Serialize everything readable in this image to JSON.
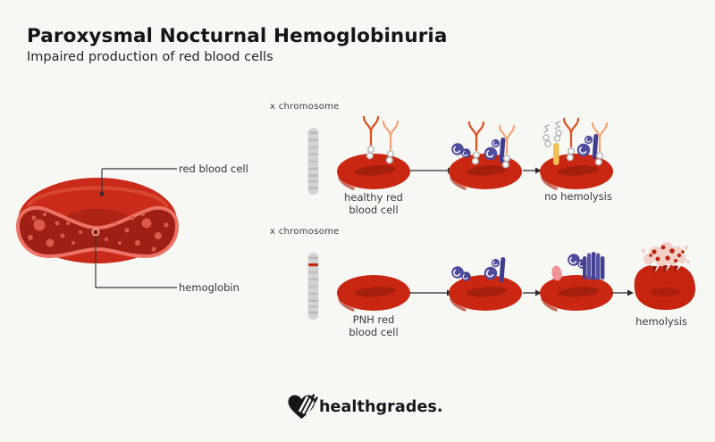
{
  "header": {
    "title": "Paroxysmal Nocturnal Hemoglobinuria",
    "subtitle": "Impaired production of red blood cells"
  },
  "anatomy_callouts": {
    "red_blood_cell": "red blood cell",
    "hemoglobin": "hemoglobin"
  },
  "healthy_row": {
    "chromosome_label": "x chromosome",
    "cell_label": "healthy red\nblood cell",
    "outcome_label": "no hemolysis"
  },
  "pnh_row": {
    "chromosome_label": "x chromosome",
    "cell_label": "PNH red\nblood cell",
    "outcome_label": "hemolysis"
  },
  "footer": {
    "brand": "healthgrades."
  },
  "icons": {
    "x_chromosome": "x-chromosome-icon",
    "x_chromosome_mutated": "x-chromosome-mutated-icon",
    "red_blood_cell": "red-blood-cell-icon",
    "gpi_receptor": "gpi-receptor-icon",
    "complement_protein": "complement-protein-icon",
    "inhibitor": "inhibitor-rod-icon",
    "mac_pore": "membrane-attack-complex-icon",
    "hemolysis_burst": "hemolysis-burst-icon",
    "arrow": "arrow-right-icon",
    "brand_heart": "healthgrades-heart-icon"
  },
  "colors": {
    "background": "#f7f7f4",
    "cell_red": "#ca2712",
    "cell_red_dark": "#a51f0d",
    "membrane_pink": "#ec7365",
    "complement_blue": "#4f4c9d",
    "receptor_orange": "#dc4f1f",
    "receptor_orange_light": "#f4a473",
    "inhibitor_yellow": "#f0c052",
    "chromosome_gray": "#d3d3d3",
    "foam_pink": "#f2d0c8",
    "text_dark": "#1a1a1a",
    "brand_black": "#17171b"
  }
}
